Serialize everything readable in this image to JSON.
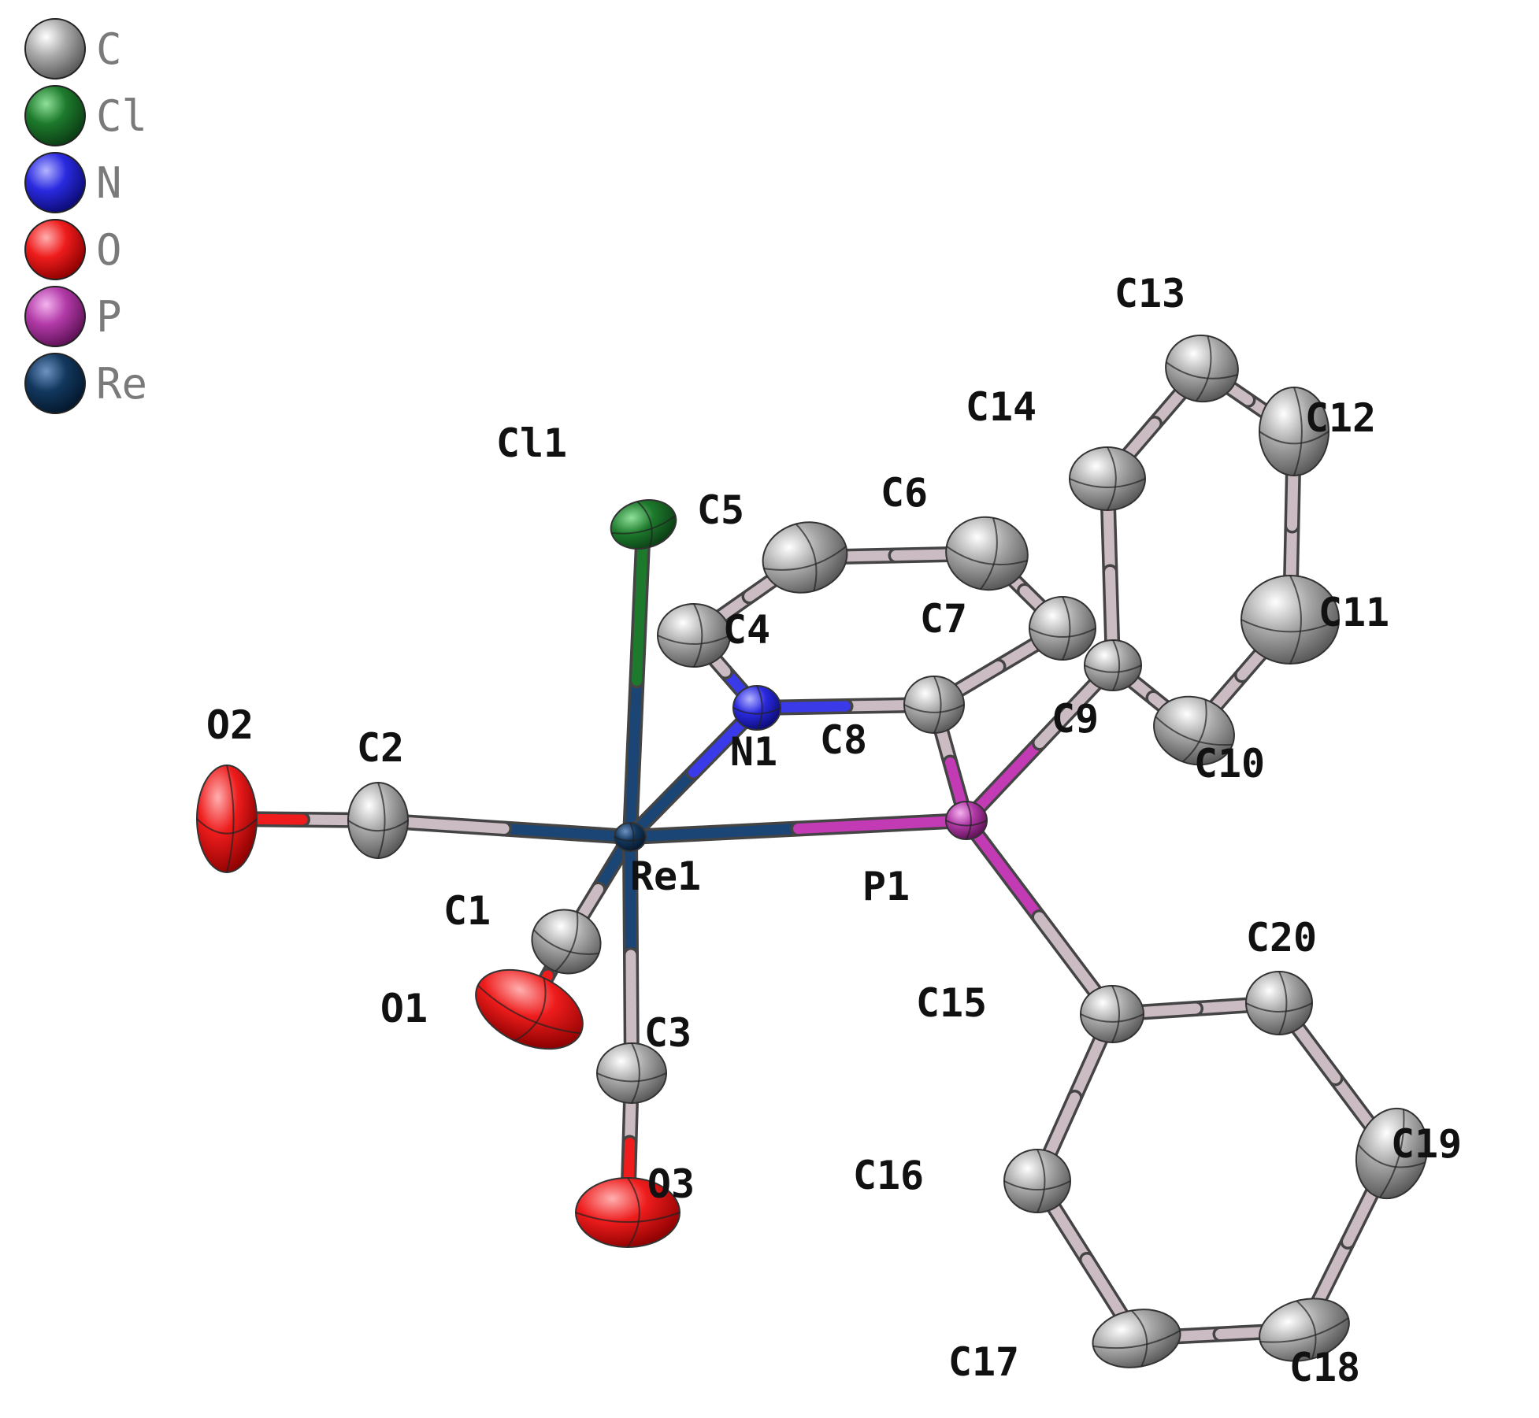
{
  "legend": [
    {
      "symbol": "C",
      "color": "#9a9a9a"
    },
    {
      "symbol": "Cl",
      "color": "#1d7a2c"
    },
    {
      "symbol": "N",
      "color": "#2a2ae0"
    },
    {
      "symbol": "O",
      "color": "#ee1c1c"
    },
    {
      "symbol": "P",
      "color": "#b23aa8"
    },
    {
      "symbol": "Re",
      "color": "#12385e"
    }
  ],
  "atoms": [
    {
      "id": "Re1",
      "element": "Re"
    },
    {
      "id": "Cl1",
      "element": "Cl"
    },
    {
      "id": "N1",
      "element": "N"
    },
    {
      "id": "P1",
      "element": "P"
    },
    {
      "id": "O1",
      "element": "O"
    },
    {
      "id": "O2",
      "element": "O"
    },
    {
      "id": "O3",
      "element": "O"
    },
    {
      "id": "C1",
      "element": "C"
    },
    {
      "id": "C2",
      "element": "C"
    },
    {
      "id": "C3",
      "element": "C"
    },
    {
      "id": "C4",
      "element": "C"
    },
    {
      "id": "C5",
      "element": "C"
    },
    {
      "id": "C6",
      "element": "C"
    },
    {
      "id": "C7",
      "element": "C"
    },
    {
      "id": "C8",
      "element": "C"
    },
    {
      "id": "C9",
      "element": "C"
    },
    {
      "id": "C10",
      "element": "C"
    },
    {
      "id": "C11",
      "element": "C"
    },
    {
      "id": "C12",
      "element": "C"
    },
    {
      "id": "C13",
      "element": "C"
    },
    {
      "id": "C14",
      "element": "C"
    },
    {
      "id": "C15",
      "element": "C"
    },
    {
      "id": "C16",
      "element": "C"
    },
    {
      "id": "C17",
      "element": "C"
    },
    {
      "id": "C18",
      "element": "C"
    },
    {
      "id": "C19",
      "element": "C"
    },
    {
      "id": "C20",
      "element": "C"
    }
  ],
  "bonds": [
    [
      "Re1",
      "Cl1"
    ],
    [
      "Re1",
      "N1"
    ],
    [
      "Re1",
      "P1"
    ],
    [
      "Re1",
      "C1"
    ],
    [
      "Re1",
      "C2"
    ],
    [
      "Re1",
      "C3"
    ],
    [
      "C2",
      "O2"
    ],
    [
      "C1",
      "O1"
    ],
    [
      "C3",
      "O3"
    ],
    [
      "N1",
      "C4"
    ],
    [
      "C4",
      "C5"
    ],
    [
      "C5",
      "C6"
    ],
    [
      "C6",
      "C7"
    ],
    [
      "C7",
      "C8"
    ],
    [
      "C8",
      "N1"
    ],
    [
      "C8",
      "P1"
    ],
    [
      "P1",
      "C9"
    ],
    [
      "P1",
      "C15"
    ],
    [
      "C9",
      "C10"
    ],
    [
      "C10",
      "C11"
    ],
    [
      "C11",
      "C12"
    ],
    [
      "C12",
      "C13"
    ],
    [
      "C13",
      "C14"
    ],
    [
      "C14",
      "C9"
    ],
    [
      "C15",
      "C16"
    ],
    [
      "C16",
      "C17"
    ],
    [
      "C17",
      "C18"
    ],
    [
      "C18",
      "C19"
    ],
    [
      "C19",
      "C20"
    ],
    [
      "C20",
      "C15"
    ]
  ]
}
